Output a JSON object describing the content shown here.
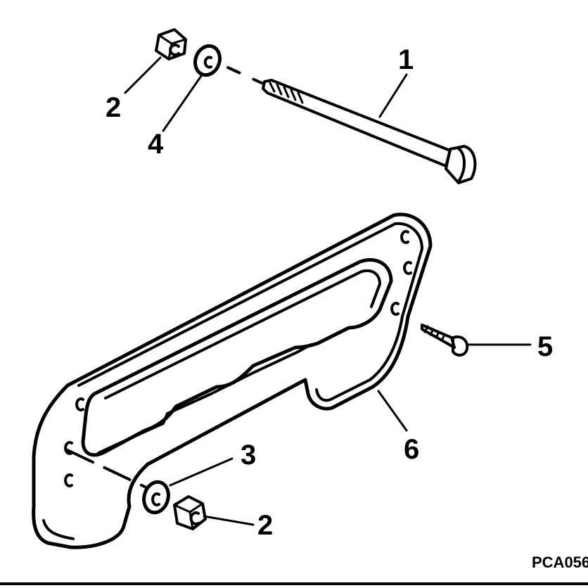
{
  "diagram": {
    "callouts": {
      "bolt": "1",
      "nut_top": "2",
      "nut_bottom": "2",
      "washer_bottom": "3",
      "washer_top": "4",
      "screw": "5",
      "plate": "6"
    },
    "figure_code": "PCA056"
  },
  "colors": {
    "ink": "#000000",
    "paper": "#ffffff"
  }
}
